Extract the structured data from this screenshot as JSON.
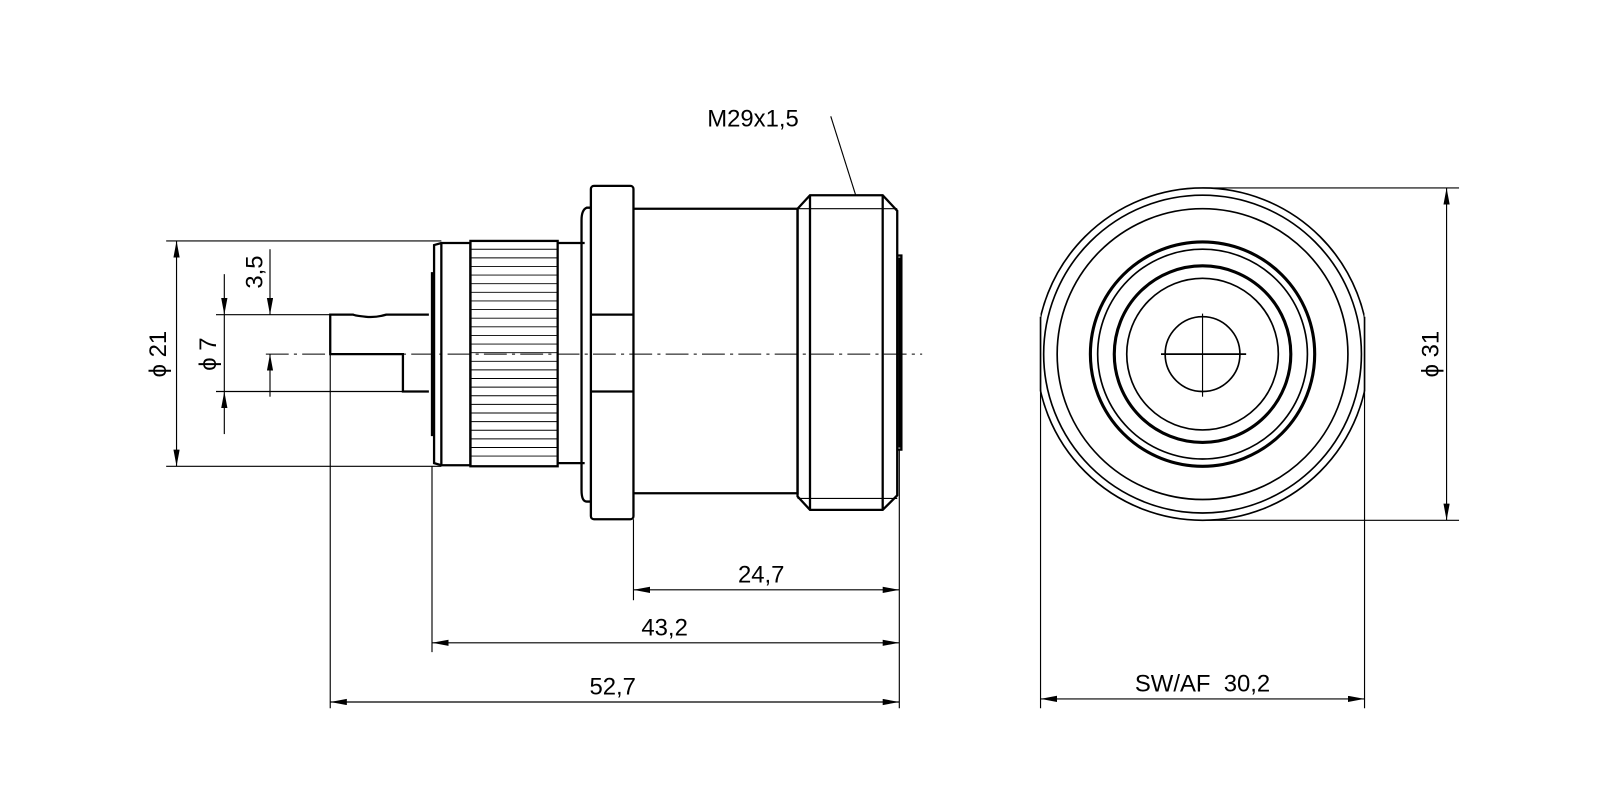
{
  "drawing": {
    "thread_label": "M29x1,5",
    "dim_outer_diameter_side": "ϕ 21",
    "dim_pin_diameter": "ϕ 7",
    "dim_pin_half": "3,5",
    "dim_body_length": "24,7",
    "dim_mid_length": "43,2",
    "dim_total_length": "52,7",
    "dim_front_diameter": "ϕ 31",
    "dim_across_flats": "SW/AF  30,2"
  },
  "colors": {
    "line": "#000000",
    "background": "#ffffff"
  }
}
